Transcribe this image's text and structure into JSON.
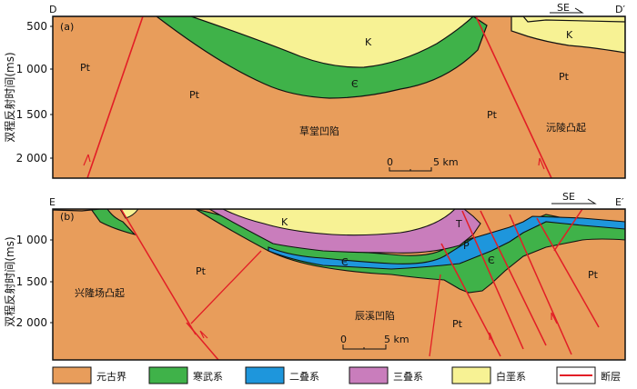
{
  "panel_a": {
    "tag": "(a)",
    "left_end": "D",
    "right_end": "D′",
    "direction": "SE",
    "y_axis_title": "双程反射时间(ms)",
    "y_ticks": [
      "500",
      "1 000",
      "1 500",
      "2 000"
    ],
    "unit_labels": {
      "pt1": "Pt",
      "pt2": "Pt",
      "pt3": "Pt",
      "pt4": "Pt",
      "k1": "K",
      "k2": "K",
      "cam": "Є"
    },
    "region_labels": {
      "depression": "草堂凹陷",
      "uplift": "沅陵凸起"
    },
    "scale": {
      "zero": "0",
      "length": "5 km"
    }
  },
  "panel_b": {
    "tag": "(b)",
    "left_end": "E",
    "right_end": "E′",
    "direction": "SE",
    "y_axis_title": "双程反射时间(ms)",
    "y_ticks": [
      "1 000",
      "1 500",
      "2 000"
    ],
    "unit_labels": {
      "pt1": "Pt",
      "pt2": "Pt",
      "pt3": "Pt",
      "k": "K",
      "t": "T",
      "p": "P",
      "cam1": "Є",
      "cam2": "Є"
    },
    "region_labels": {
      "uplift": "兴隆场凸起",
      "depression": "辰溪凹陷"
    },
    "scale": {
      "zero": "0",
      "length": "5 km"
    }
  },
  "legend": [
    {
      "label": "元古界",
      "color": "#E89D5B"
    },
    {
      "label": "寒武系",
      "color": "#3FB249"
    },
    {
      "label": "二叠系",
      "color": "#1E96DC"
    },
    {
      "label": "三叠系",
      "color": "#C97DBC"
    },
    {
      "label": "白垩系",
      "color": "#F7F294"
    },
    {
      "label": "断层",
      "color": "#E21E26"
    }
  ],
  "colors": {
    "proterozoic": "#E89D5B",
    "cambrian": "#3FB249",
    "permian": "#1E96DC",
    "triassic": "#C97DBC",
    "cretaceous": "#F7F294",
    "fault": "#E21E26"
  }
}
